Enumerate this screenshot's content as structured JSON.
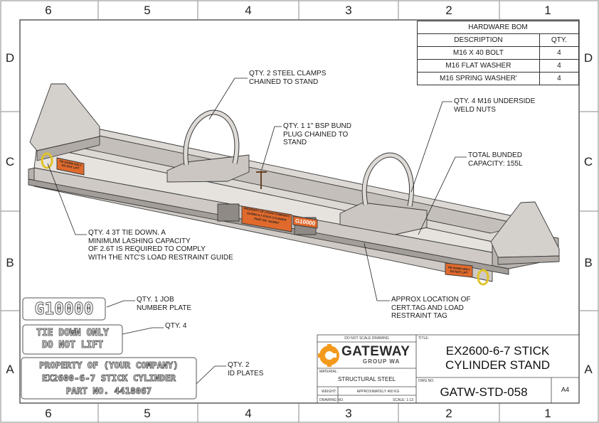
{
  "zones": {
    "top": [
      "6",
      "5",
      "4",
      "3",
      "2",
      "1"
    ],
    "bottom": [
      "6",
      "5",
      "4",
      "3",
      "2",
      "1"
    ],
    "left": [
      "D",
      "C",
      "B",
      "A"
    ],
    "right": [
      "D",
      "C",
      "B",
      "A"
    ]
  },
  "bom": {
    "title": "HARDWARE BOM",
    "col_description": "DESCRIPTION",
    "col_qty": "QTY.",
    "rows": [
      {
        "description": "M16 X 40 BOLT",
        "qty": "4"
      },
      {
        "description": "M16 FLAT WASHER",
        "qty": "4"
      },
      {
        "description": "M16 SPRING WASHER'",
        "qty": "4"
      }
    ]
  },
  "notes": {
    "clamps": "QTY. 2 STEEL CLAMPS\nCHAINED TO STAND",
    "bund_plug": "QTY. 1 1\" BSP BUND\nPLUG CHAINED TO\nSTAND",
    "weld_nuts": "QTY. 4 M16 UNDERSIDE\nWELD NUTS",
    "capacity": "TOTAL BUNDED\nCAPACITY: 155L",
    "tie_down": "QTY. 4 3T TIE DOWN. A\nMINIMUM LASHING CAPACITY\nOF 2.6T IS REQUIRED TO COMPLY\nWITH THE NTC'S LOAD RESTRAINT GUIDE",
    "cert_tag": "APPROX LOCATION OF\nCERT.TAG AND LOAD\nRESTRAINT TAG",
    "job_plate": "QTY. 1 JOB\nNUMBER PLATE",
    "tie_plate": "QTY. 4",
    "id_plates": "QTY. 2\nID PLATES"
  },
  "plates": {
    "job_number": "G10000",
    "tie_down_line1": "TIE DOWN ONLY",
    "tie_down_line2": "DO NOT LIFT",
    "id_line1": "PROPERTY OF (YOUR COMPANY)",
    "id_line2": "EX2600-6-7 STICK CYLINDER",
    "id_line3": "PART NO. 4418067"
  },
  "title_block": {
    "do_not_scale": "DO NOT SCALE DRAWING",
    "title_label": "TITLE:",
    "company_name": "GATEWAY",
    "company_sub": "GROUP WA",
    "material_label": "MATERIAL:",
    "material": "STRUCTURAL STEEL",
    "weight_label": "WEIGHT:",
    "weight": "APPROXIMATELY 460 KG",
    "drawing_no_label": "DRAWING NO.",
    "scale": "SCALE: 1:13",
    "title_line1": "EX2600-6-7 STICK",
    "title_line2": "CYLINDER STAND",
    "dwg_no_label": "DWG NO.",
    "dwg_no": "GATW-STD-058",
    "sheet_size": "A4"
  },
  "colors": {
    "steel_light": "#d7d3cf",
    "steel_mid": "#bdb8b3",
    "steel_dark": "#9e9893",
    "tag_orange": "#e06a2c",
    "logo_orange": "#f39a1e",
    "hook_yellow": "#e2c227"
  }
}
